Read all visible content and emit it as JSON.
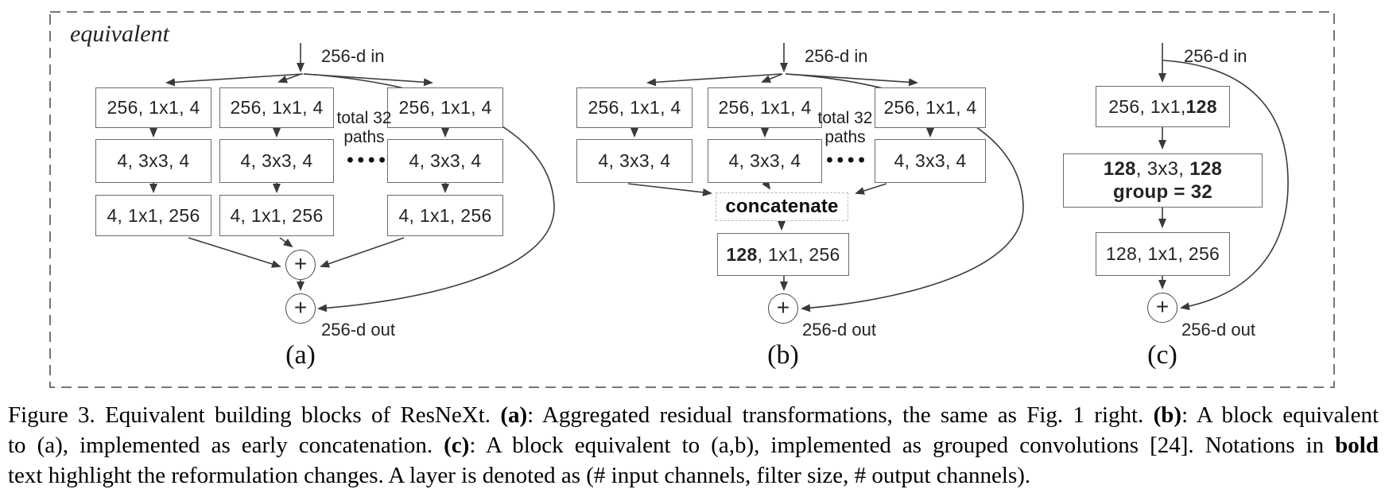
{
  "colors": {
    "wire": "#3c3c3c",
    "box_border": "#6b6b6b",
    "dashed_border": "#757575",
    "text": "#242424"
  },
  "figure": {
    "equivalent_label": "equivalent",
    "panel_a": {
      "label": "(a)",
      "input_label": "256-d in",
      "output_label": "256-d out",
      "paths_note_line1": "total 32",
      "paths_note_line2": "paths",
      "dots": "••••",
      "row1_box": "256, 1x1, 4",
      "row2_box": "4, 3x3, 4",
      "row3_box": "4, 1x1, 256",
      "plus": "+"
    },
    "panel_b": {
      "label": "(b)",
      "input_label": "256-d in",
      "output_label": "256-d out",
      "paths_note_line1": "total 32",
      "paths_note_line2": "paths",
      "dots": "••••",
      "row1_box": "256, 1x1, 4",
      "row2_box": "4, 3x3, 4",
      "concat_box": "concatenate",
      "fuse_box_bold": "128",
      "fuse_box_rest": ", 1x1, 256",
      "plus": "+"
    },
    "panel_c": {
      "label": "(c)",
      "input_label": "256-d in",
      "output_label": "256-d out",
      "row1_pre": "256, 1x1, ",
      "row1_bold": "128",
      "row2_bold1": "128",
      "row2_mid": ", 3x3, ",
      "row2_bold2": "128",
      "row2_line2": "group = 32",
      "row3_box": "128, 1x1, 256",
      "plus": "+"
    }
  },
  "caption": {
    "line1": {
      "s1": "Figure 3. Equivalent building blocks of ResNeXt. ",
      "a": "(a)",
      "s2": ": Aggregated residual transformations, the same as Fig. 1 right. ",
      "b": "(b)",
      "s3": ": A block equivalent"
    },
    "line2": {
      "s1": "to (a), implemented as early concatenation. ",
      "c": "(c)",
      "s2": ": A block equivalent to (a,b), implemented as grouped convolutions [24]. Notations in ",
      "bold_word": "bold"
    },
    "line3": {
      "s1": "text highlight the reformulation changes. A layer is denoted as (# input channels, filter size, # output channels)."
    }
  }
}
